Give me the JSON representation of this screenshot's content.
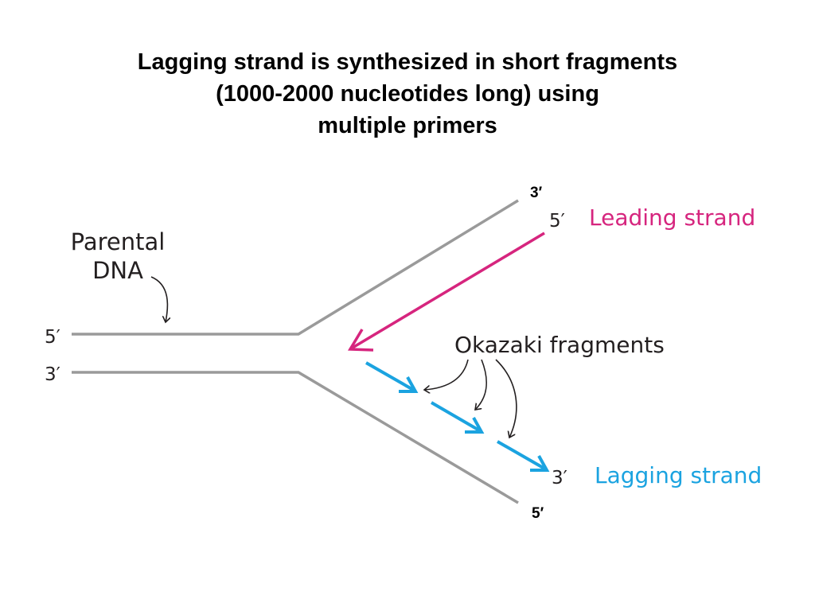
{
  "title": {
    "line1": "Lagging strand is synthesized in short fragments",
    "line2": "(1000-2000 nucleotides long) using",
    "line3": "multiple primers"
  },
  "labels": {
    "parental_line1": "Parental",
    "parental_line2": "DNA",
    "left_top_end": "5′",
    "left_bottom_end": "3′",
    "upper_fork_end": "3′",
    "leading_start_end": "5′",
    "leading_strand": "Leading strand",
    "okazaki_fragments": "Okazaki fragments",
    "lagging_end": "3′",
    "lagging_strand": "Lagging strand",
    "lower_fork_end": "5′"
  },
  "colors": {
    "parental": "#9a9a9a",
    "leading": "#d6257e",
    "lagging": "#1ba3e0",
    "text": "#231f20"
  }
}
